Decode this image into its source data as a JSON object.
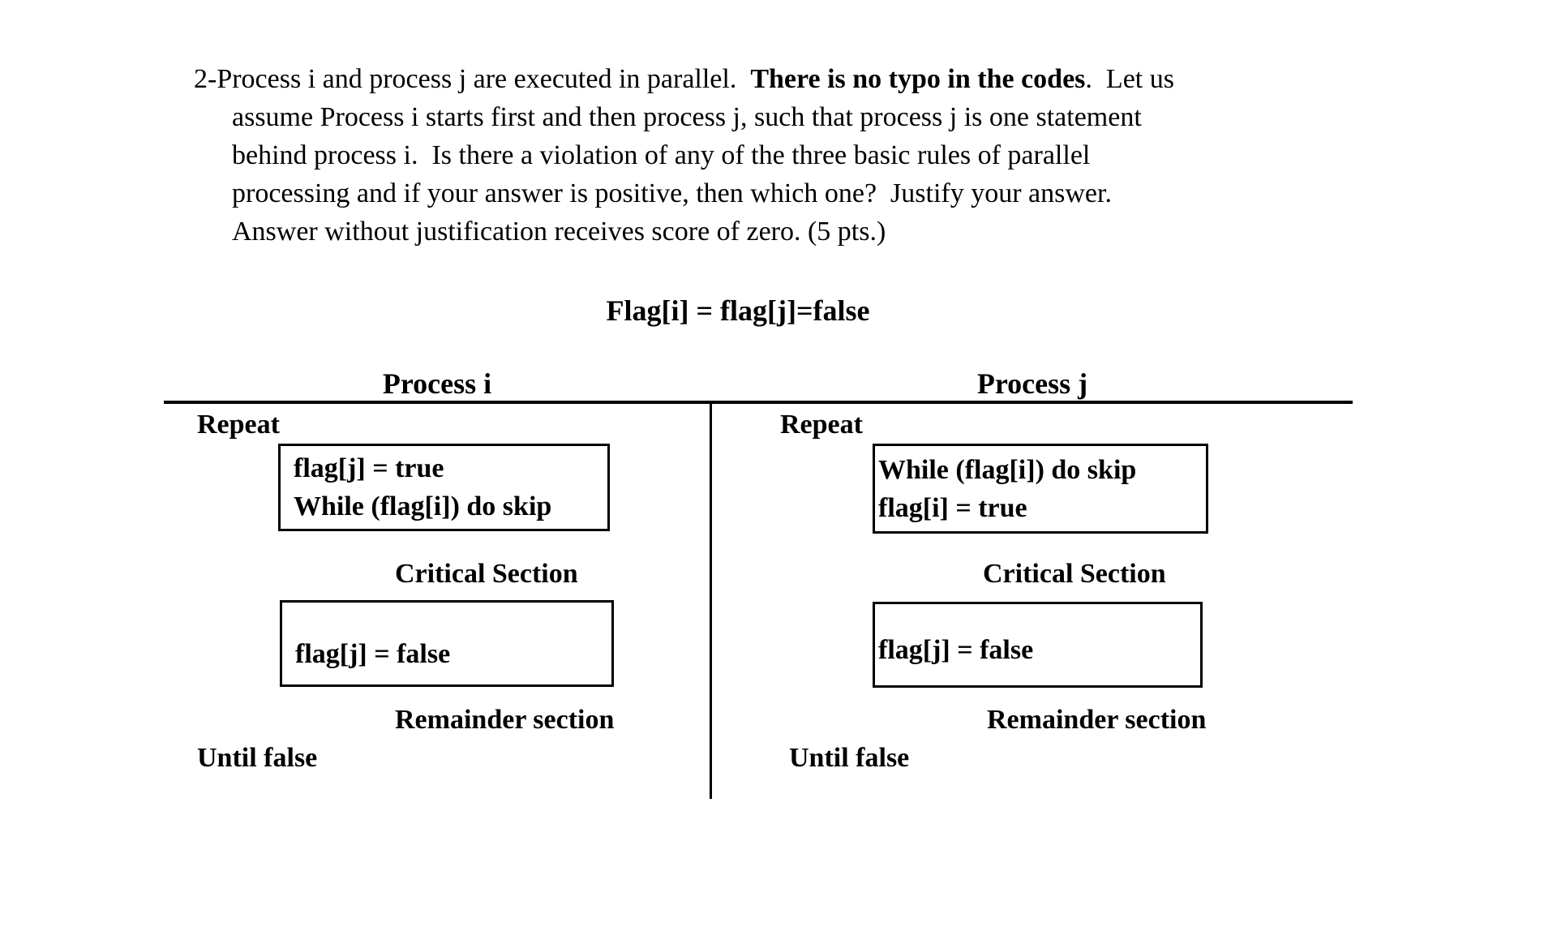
{
  "page": {
    "colors": {
      "background": "#ffffff",
      "text": "#000000",
      "rule": "#000000"
    }
  },
  "question": {
    "line1_pre": "2-Process i and process j are executed in parallel.  ",
    "line1_bold": "There is no typo in the codes",
    "line1_post": ".  Let us",
    "line2": "assume Process i starts first and then process j, such that process j is one statement",
    "line3": "behind process i.  Is there a violation of any of the three basic rules of parallel",
    "line4": "processing and if your answer is positive, then which one?  Justify your answer.",
    "line5": "Answer without justification receives score of zero. (5 pts.)"
  },
  "initialization": "Flag[i] = flag[j]=false",
  "process_table": {
    "left": {
      "header": "Process i",
      "repeat": "Repeat",
      "entry_box": {
        "line1": "flag[j] = true",
        "line2": "While (flag[i]) do skip"
      },
      "critical": "Critical Section",
      "exit_box": {
        "line1": "flag[j] = false"
      },
      "remainder": "Remainder section",
      "until": "Until false"
    },
    "right": {
      "header": "Process j",
      "repeat": "Repeat",
      "entry_box": {
        "line1": "While (flag[i]) do skip",
        "line2": "flag[i] = true"
      },
      "critical": "Critical Section",
      "exit_box": {
        "line1": "flag[j] = false"
      },
      "remainder": "Remainder section",
      "until": "Until false"
    }
  }
}
